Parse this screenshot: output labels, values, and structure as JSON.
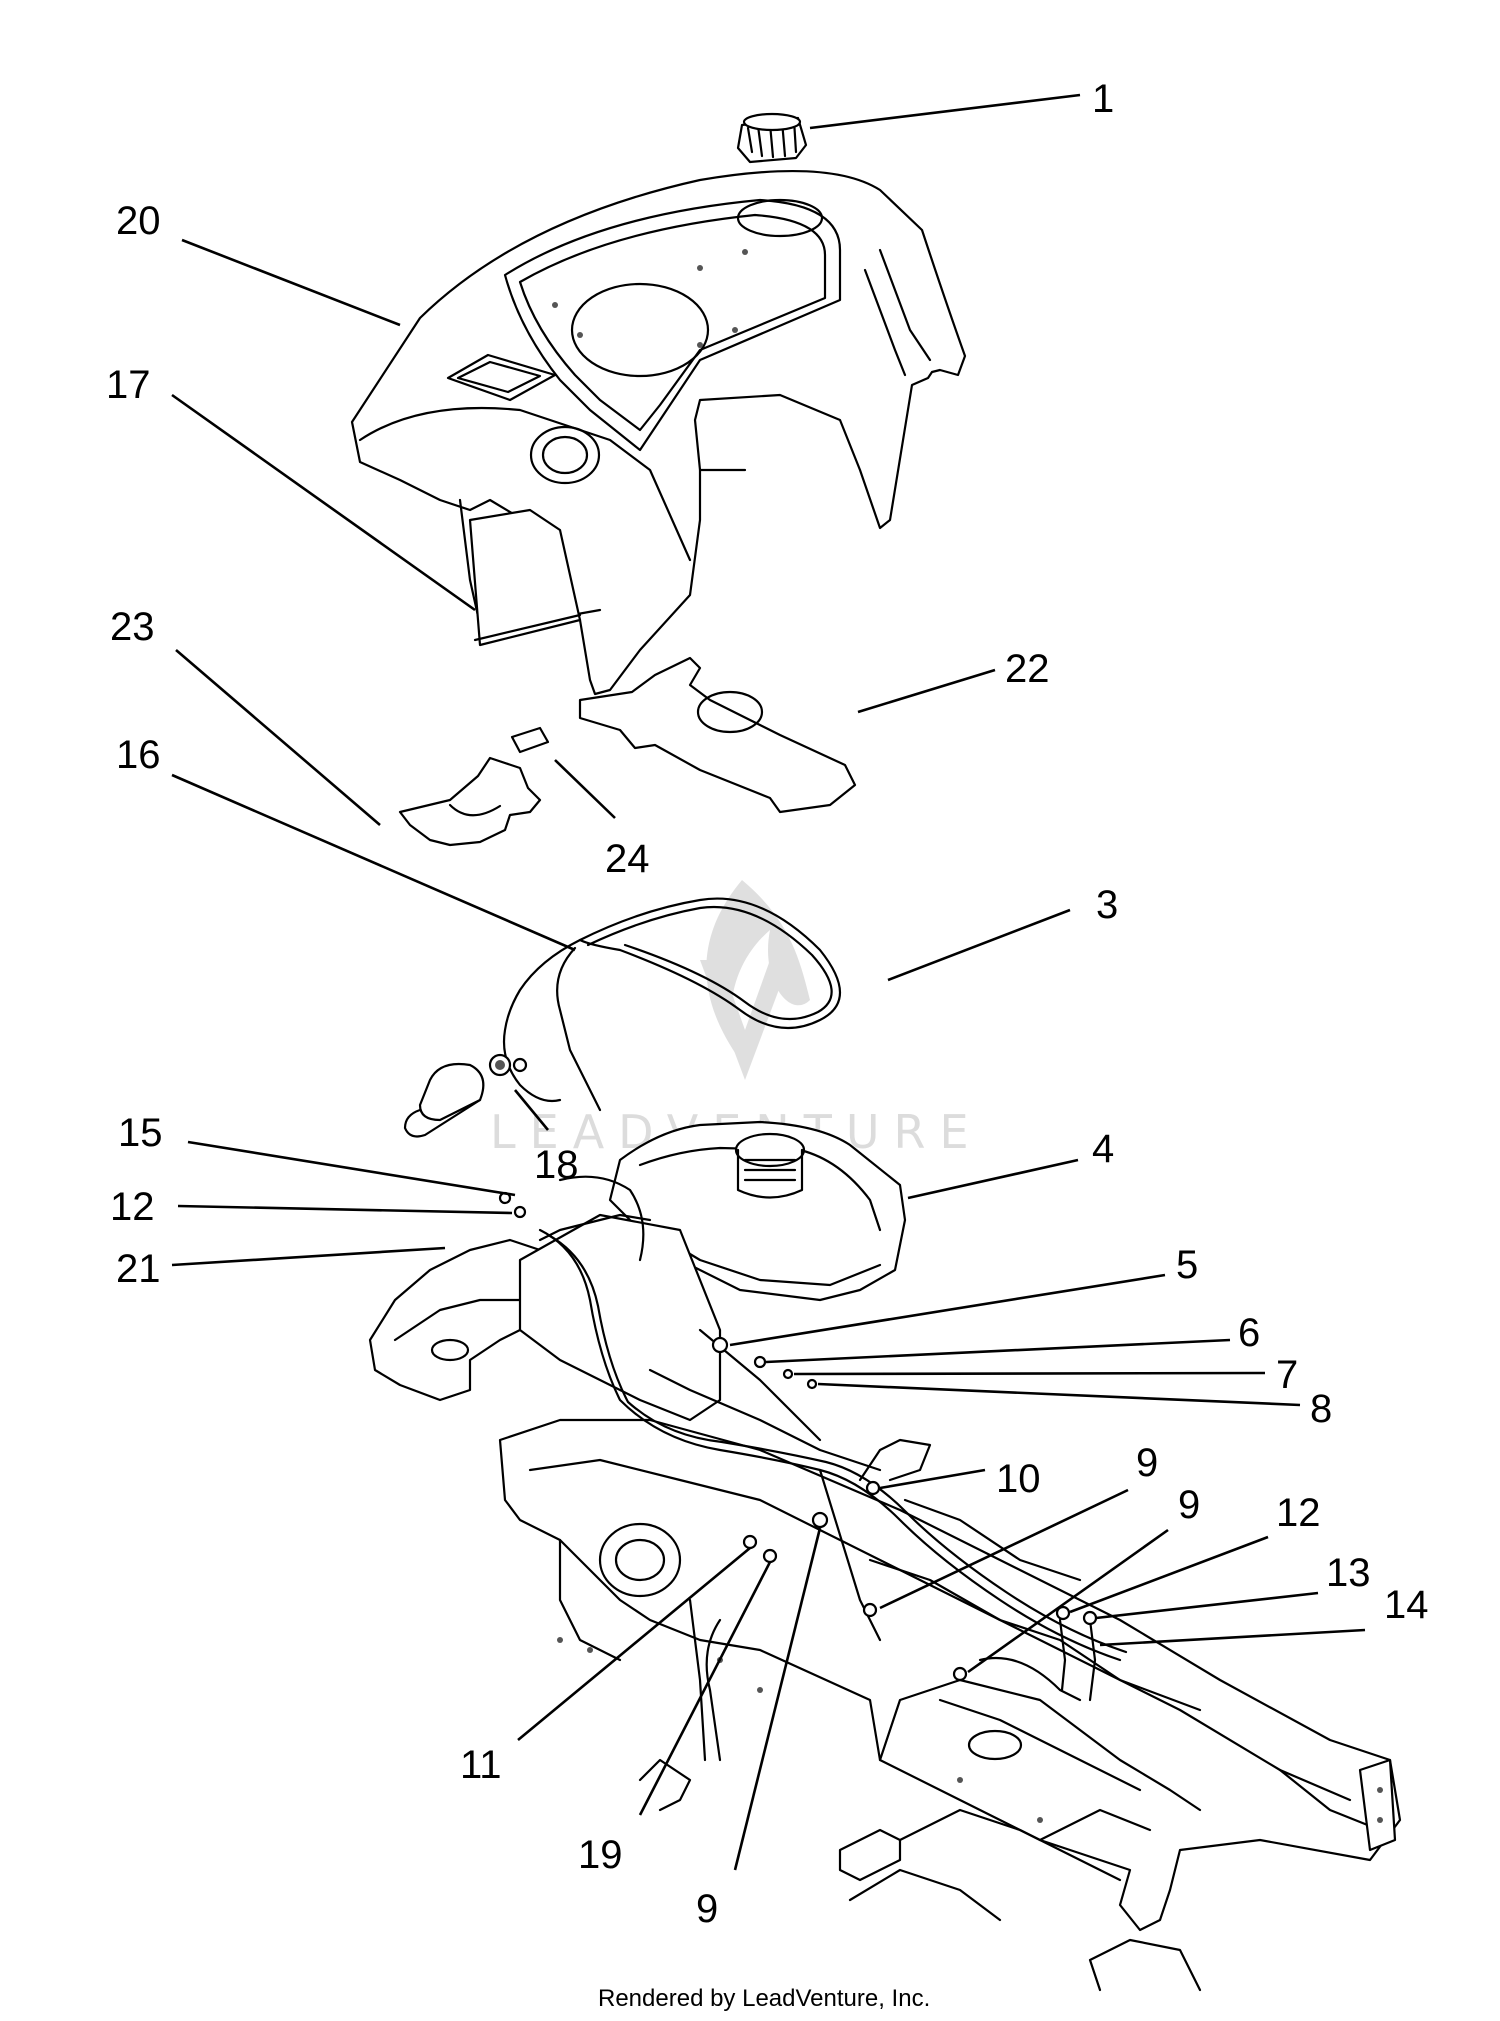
{
  "callouts": {
    "c1": "1",
    "c20": "20",
    "c17": "17",
    "c23": "23",
    "c22": "22",
    "c16": "16",
    "c24": "24",
    "c3": "3",
    "c15": "15",
    "c18": "18",
    "c4": "4",
    "c12a": "12",
    "c21": "21",
    "c5": "5",
    "c6": "6",
    "c7": "7",
    "c8": "8",
    "c10": "10",
    "c9a": "9",
    "c9b": "9",
    "c12b": "12",
    "c13": "13",
    "c14": "14",
    "c11": "11",
    "c19": "19",
    "c9c": "9"
  },
  "watermark": "LEADVENTURE",
  "credit": "Rendered by LeadVenture, Inc."
}
